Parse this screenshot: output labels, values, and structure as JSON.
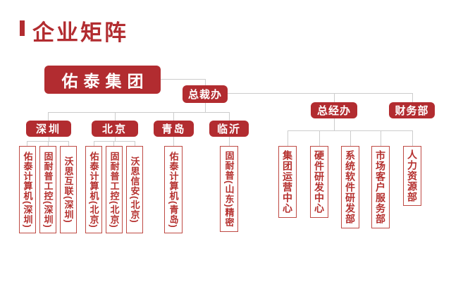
{
  "page": {
    "title": "企业矩阵"
  },
  "colors": {
    "brand_red": "#b22c30",
    "outline_border": "#bf4a44",
    "outline_text": "#b5302e",
    "connector_gray": "#cccccc",
    "background": "#ffffff"
  },
  "org": {
    "root": "佑泰集团",
    "president_office": "总裁办",
    "finance_dept": "财务部",
    "branches": [
      {
        "label": "深圳",
        "children": [
          "佑泰计算机(深圳)",
          "固耐普工控(深圳)",
          "沃思互联(深圳)"
        ]
      },
      {
        "label": "北京",
        "children": [
          "佑泰计算机(北京)",
          "固耐普工控(北京)",
          "沃思信安(北京)"
        ]
      },
      {
        "label": "青岛",
        "children": [
          "佑泰计算机(青岛)"
        ]
      },
      {
        "label": "临沂",
        "children": [
          "固耐普(山东)精密"
        ]
      }
    ],
    "gm_office": {
      "label": "总经办",
      "children": [
        "集团运营中心",
        "硬件研发中心",
        "系统软件研发部",
        "市场客户服务部",
        "人力资源部"
      ]
    }
  }
}
